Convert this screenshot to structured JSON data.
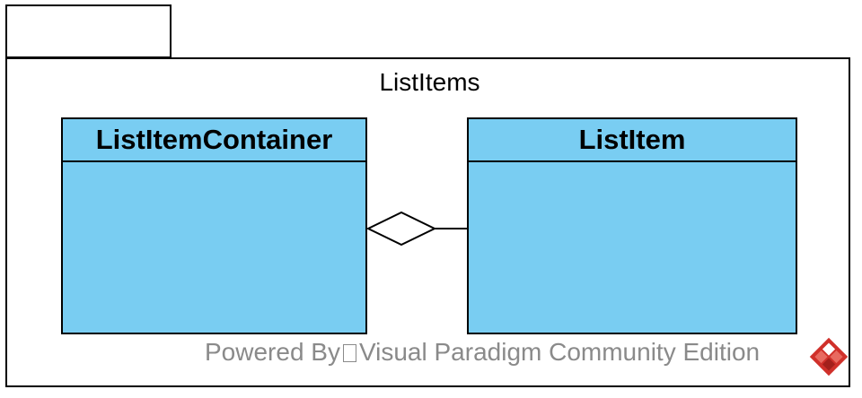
{
  "package": {
    "name": "ListItems"
  },
  "classes": [
    {
      "name": "ListItemContainer"
    },
    {
      "name": "ListItem"
    }
  ],
  "association": {
    "type": "aggregation",
    "diamond_end": "ListItemContainer"
  },
  "watermark": {
    "prefix": "Powered By",
    "suffix": "Visual Paradigm Community Edition",
    "logo": "visual-paradigm-logo-icon"
  },
  "colors": {
    "class_fill": "#79cdf2",
    "watermark_text": "#8a8a8a",
    "logo_red": "#d0302a"
  }
}
